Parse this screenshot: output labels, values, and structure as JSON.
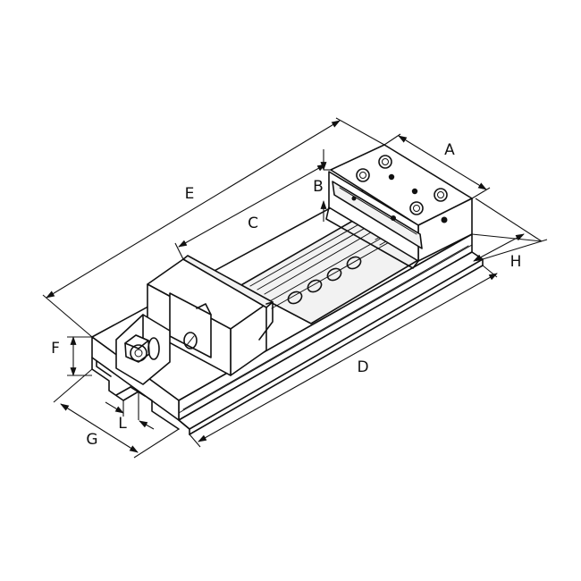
{
  "figure": {
    "dimension_labels": {
      "A": "A",
      "B": "B",
      "C": "C",
      "D": "D",
      "E": "E",
      "F": "F",
      "G": "G",
      "H": "H",
      "L": "L"
    }
  },
  "colors": {
    "line": "#111111",
    "background": "#ffffff"
  }
}
